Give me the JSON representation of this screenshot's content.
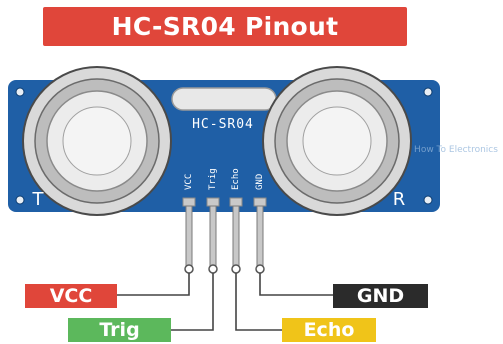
{
  "title": {
    "text": "HC-SR04 Pinout",
    "bg_color": "#e0463a",
    "text_color": "#ffffff"
  },
  "board": {
    "model_label": "HC-SR04",
    "left_corner_label": "T",
    "right_corner_label": "R",
    "watermark_text": "How To Electronics",
    "board_color": "#1f5fa6",
    "transducer_color": "#d9d9d9",
    "mesh_color": "#ececec"
  },
  "pins": [
    {
      "board_label": "VCC",
      "tag_label": "VCC",
      "tag_color": "#e0463a",
      "tag_text_color": "#ffffff",
      "icon": "vcc-pin-icon"
    },
    {
      "board_label": "Trig",
      "tag_label": "Trig",
      "tag_color": "#5cb85c",
      "tag_text_color": "#ffffff",
      "icon": "trig-pin-icon"
    },
    {
      "board_label": "Echo",
      "tag_label": "Echo",
      "tag_color": "#f0c419",
      "tag_text_color": "#ffffff",
      "icon": "echo-pin-icon"
    },
    {
      "board_label": "GND",
      "tag_label": "GND",
      "tag_color": "#2b2b2b",
      "tag_text_color": "#ffffff",
      "icon": "gnd-pin-icon"
    }
  ]
}
